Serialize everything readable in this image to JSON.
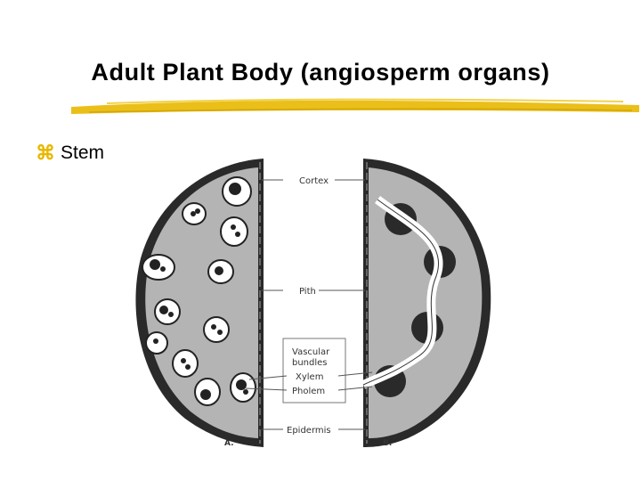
{
  "slide": {
    "title": "Adult Plant Body (angiosperm organs)",
    "bullet": {
      "icon": "z-bullet-icon",
      "text": "Stem"
    }
  },
  "figure": {
    "labels": {
      "cortex": "Cortex",
      "pith": "Pith",
      "vascular_bundles_1": "Vascular",
      "vascular_bundles_2": "bundles",
      "xylem": "Xylem",
      "phloem": "Pholem",
      "epidermis": "Epidermis",
      "panel_a": "A.",
      "panel_b": "B."
    }
  },
  "colors": {
    "accent": "#e8b800",
    "tissue": "#b4b4b4",
    "rind": "#2a2a2a"
  }
}
